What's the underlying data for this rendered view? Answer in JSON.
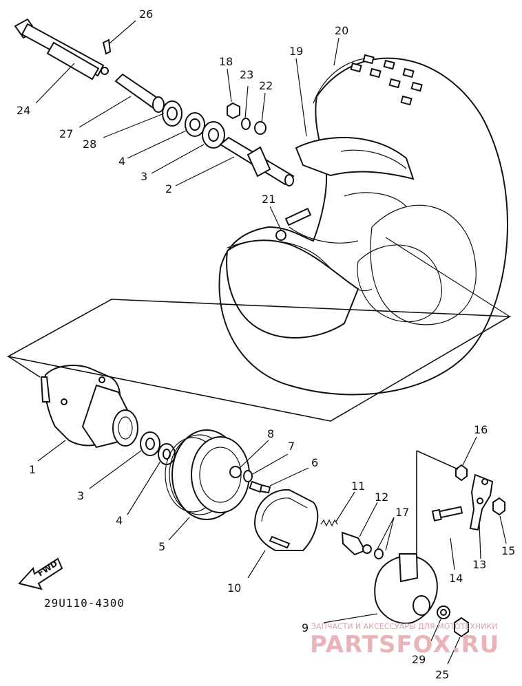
{
  "diagram": {
    "code": "29U110-4300",
    "fwd_label": "FWD",
    "callouts": {
      "c26": "26",
      "c20": "20",
      "c18": "18",
      "c19": "19",
      "c23": "23",
      "c22": "22",
      "c24": "24",
      "c27": "27",
      "c28": "28",
      "c4a": "4",
      "c3a": "3",
      "c2": "2",
      "c21": "21",
      "c1": "1",
      "c8": "8",
      "c7": "7",
      "c6": "6",
      "c3b": "3",
      "c4b": "4",
      "c5": "5",
      "c11": "11",
      "c12": "12",
      "c17": "17",
      "c16": "16",
      "c13": "13",
      "c15": "15",
      "c14": "14",
      "c10": "10",
      "c9": "9",
      "c29": "29",
      "c25": "25"
    }
  },
  "watermark": {
    "line1": "ЗАПЧАСТИ И АКСЕССУАРЫ ДЛЯ МОТОТЕХНИКИ",
    "brand": "PARTSFOX.RU"
  }
}
